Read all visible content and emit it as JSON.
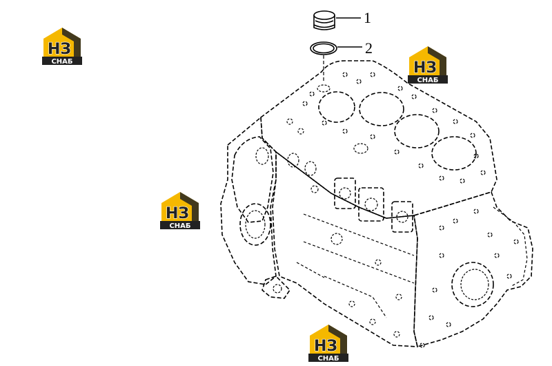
{
  "diagram": {
    "callouts": [
      {
        "label": "1"
      },
      {
        "label": "2"
      }
    ]
  },
  "watermark": {
    "letters": "НЗ",
    "subtitle": "СНАБ",
    "colors": {
      "accent": "#F5B800",
      "dark": "#222222",
      "light": "#ffffff"
    }
  }
}
